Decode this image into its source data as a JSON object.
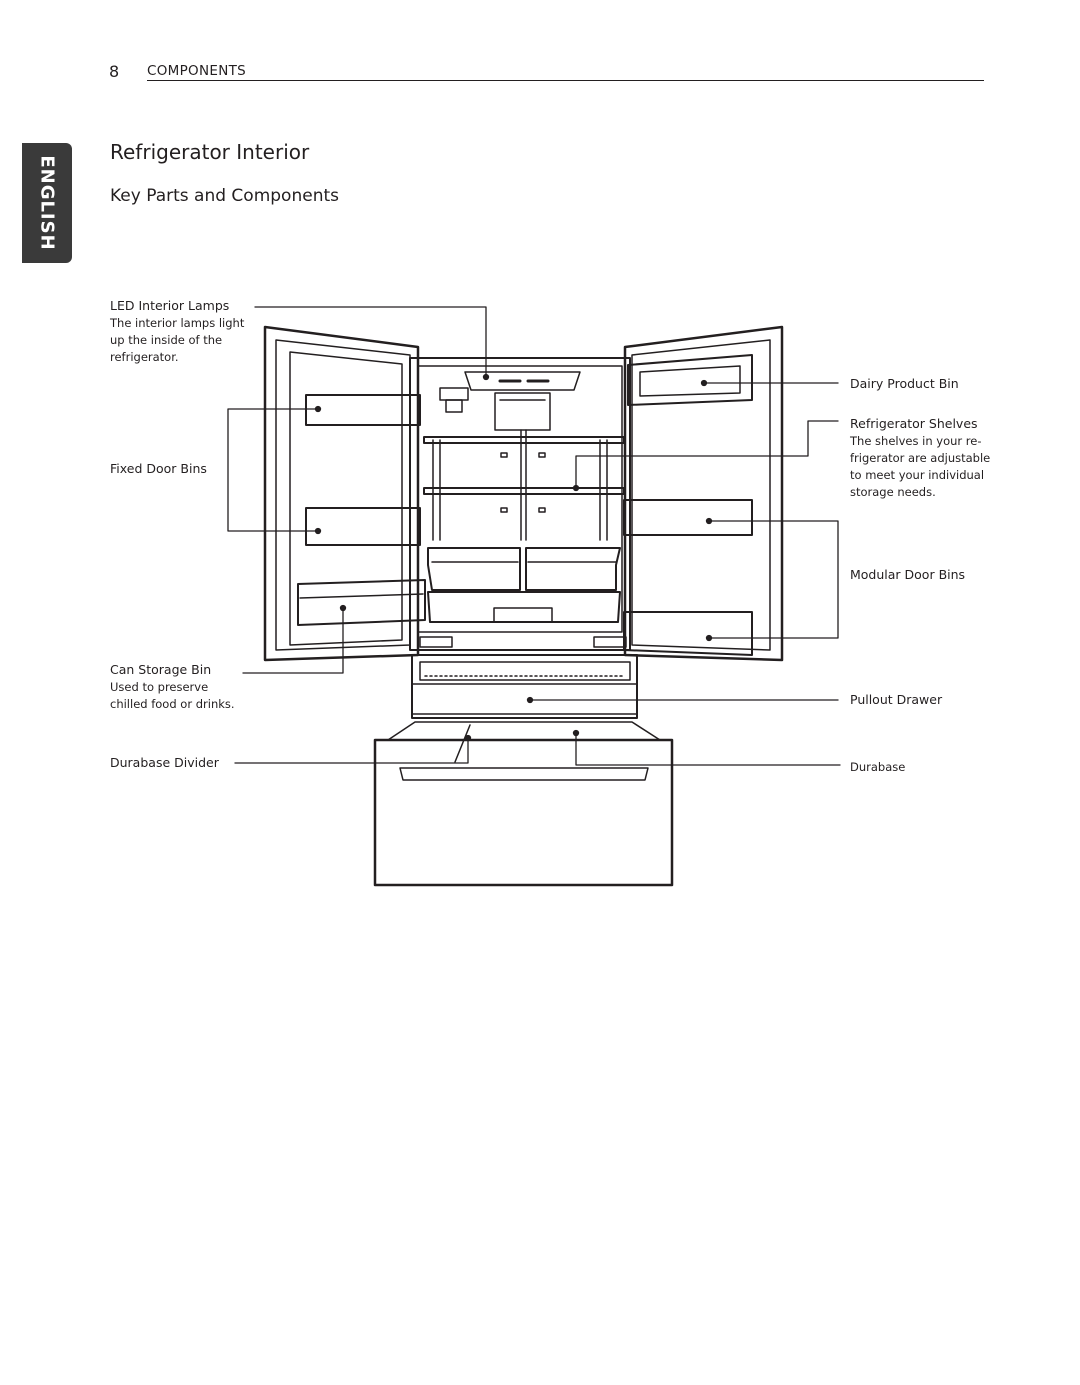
{
  "header": {
    "page_number": "8",
    "section": "COMPONENTS"
  },
  "language_tab": "ENGLISH",
  "title": "Refrigerator Interior",
  "subtitle": "Key Parts and Components",
  "callouts": {
    "led_lamps": {
      "label": "LED Interior Lamps",
      "desc_lines": [
        "The interior lamps light",
        "up the inside of the",
        "refrigerator."
      ]
    },
    "fixed_door_bins": {
      "label": "Fixed Door Bins"
    },
    "can_storage_bin": {
      "label": "Can Storage Bin",
      "desc_lines": [
        "Used to preserve",
        "chilled food or drinks."
      ]
    },
    "durabase_divider": {
      "label": "Durabase Divider"
    },
    "dairy_product_bin": {
      "label": "Dairy Product Bin"
    },
    "refrigerator_shelves": {
      "label": "Refrigerator Shelves",
      "desc_lines": [
        "The shelves in your re-",
        "frigerator are adjustable",
        "to meet your individual",
        "storage needs."
      ]
    },
    "modular_door_bins": {
      "label": "Modular Door Bins"
    },
    "pullout_drawer": {
      "label": "Pullout Drawer"
    },
    "durabase": {
      "label": "Durabase"
    }
  }
}
